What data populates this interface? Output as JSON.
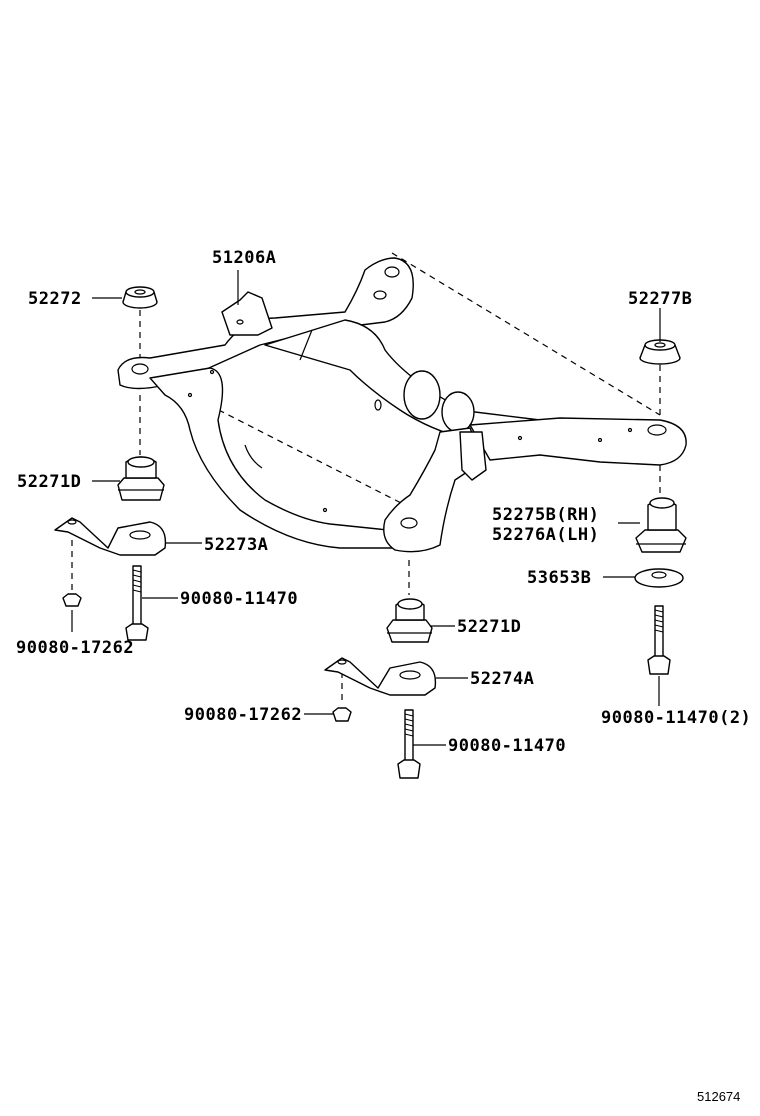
{
  "labels": {
    "p51206a": "51206A",
    "p52272": "52272",
    "p52277b": "52277B",
    "p52271d_left": "52271D",
    "p52271d_center": "52271D",
    "p52275b": "52275B(RH)",
    "p52276a": "52276A(LH)",
    "p52273a": "52273A",
    "p53653b": "53653B",
    "p90080_11470_left": "90080-11470",
    "p90080_17262_left": "90080-17262",
    "p52274a": "52274A",
    "p90080_17262_center": "90080-17262",
    "p90080_11470_center": "90080-11470",
    "p90080_11470_right": "90080-11470(2)"
  },
  "diagram_id": "512674"
}
